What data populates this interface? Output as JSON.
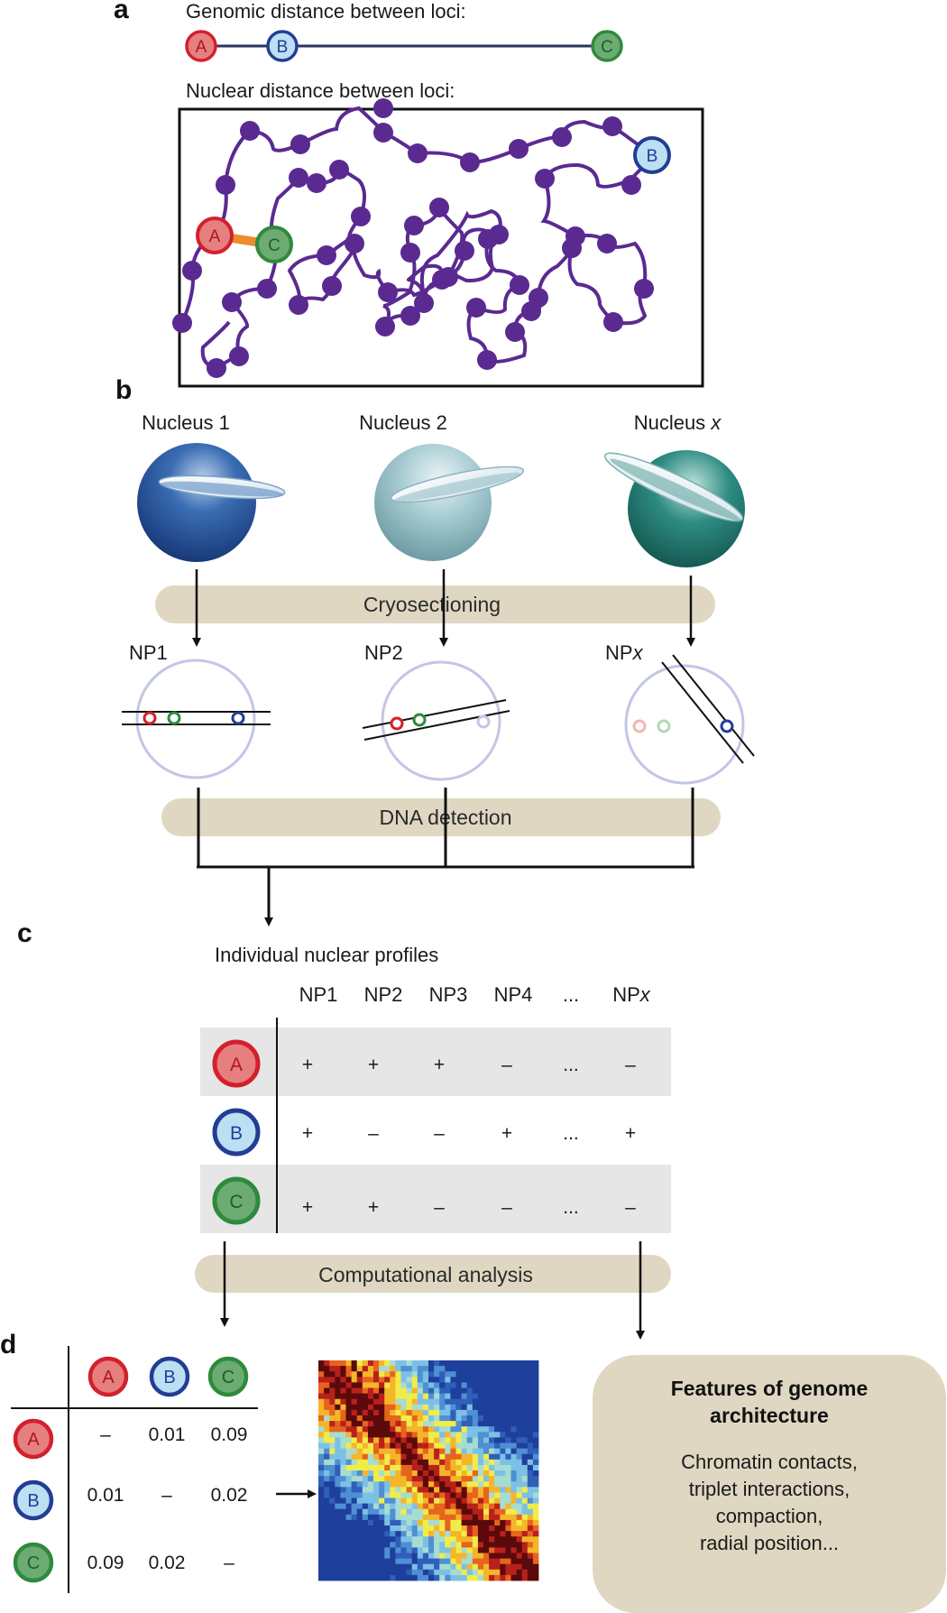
{
  "panels": {
    "a": "a",
    "b": "b",
    "c": "c",
    "d": "d"
  },
  "panel_a": {
    "genomic_title": "Genomic distance between loci:",
    "nuclear_title": "Nuclear distance between loci:",
    "locus_a": "A",
    "locus_b": "B",
    "locus_c": "C"
  },
  "panel_b": {
    "nucleus_1": "Nucleus 1",
    "nucleus_2": "Nucleus 2",
    "nucleus_x_prefix": "Nucleus ",
    "nucleus_x_italic": "x",
    "step_1": "Cryosectioning",
    "np1": "NP1",
    "np2": "NP2",
    "npx_prefix": "NP",
    "npx_italic": "x",
    "step_2": "DNA detection"
  },
  "panel_c": {
    "title": "Individual nuclear profiles",
    "columns": [
      "NP1",
      "NP2",
      "NP3",
      "NP4",
      "...",
      "NP"
    ],
    "last_column_italic": "x",
    "rows": [
      {
        "locus": "A",
        "values": [
          "+",
          "+",
          "+",
          "–",
          "...",
          "–"
        ]
      },
      {
        "locus": "B",
        "values": [
          "+",
          "–",
          "–",
          "+",
          "...",
          "+"
        ]
      },
      {
        "locus": "C",
        "values": [
          "+",
          "+",
          "–",
          "–",
          "...",
          "–"
        ]
      }
    ],
    "step_3": "Computational analysis"
  },
  "panel_d": {
    "header": [
      "A",
      "B",
      "C"
    ],
    "rows": [
      {
        "locus": "A",
        "values": [
          "–",
          "0.01",
          "0.09"
        ]
      },
      {
        "locus": "B",
        "values": [
          "0.01",
          "–",
          "0.02"
        ]
      },
      {
        "locus": "C",
        "values": [
          "0.09",
          "0.02",
          "–"
        ]
      }
    ],
    "features_title": "Features of genome architecture",
    "features_body": [
      "Chromatin contacts,",
      "triplet interactions,",
      "compaction,",
      "radial position..."
    ]
  },
  "colors": {
    "locus_a_fill": "#e5807f",
    "locus_a_stroke": "#d3202d",
    "locus_b_fill": "#bcdff4",
    "locus_b_stroke": "#233d94",
    "locus_c_fill": "#6cab72",
    "locus_c_stroke": "#2f8a3c",
    "chromatin": "#5a2a91",
    "band": "#dfd7c1",
    "table_shade": "#e6e6e6"
  }
}
